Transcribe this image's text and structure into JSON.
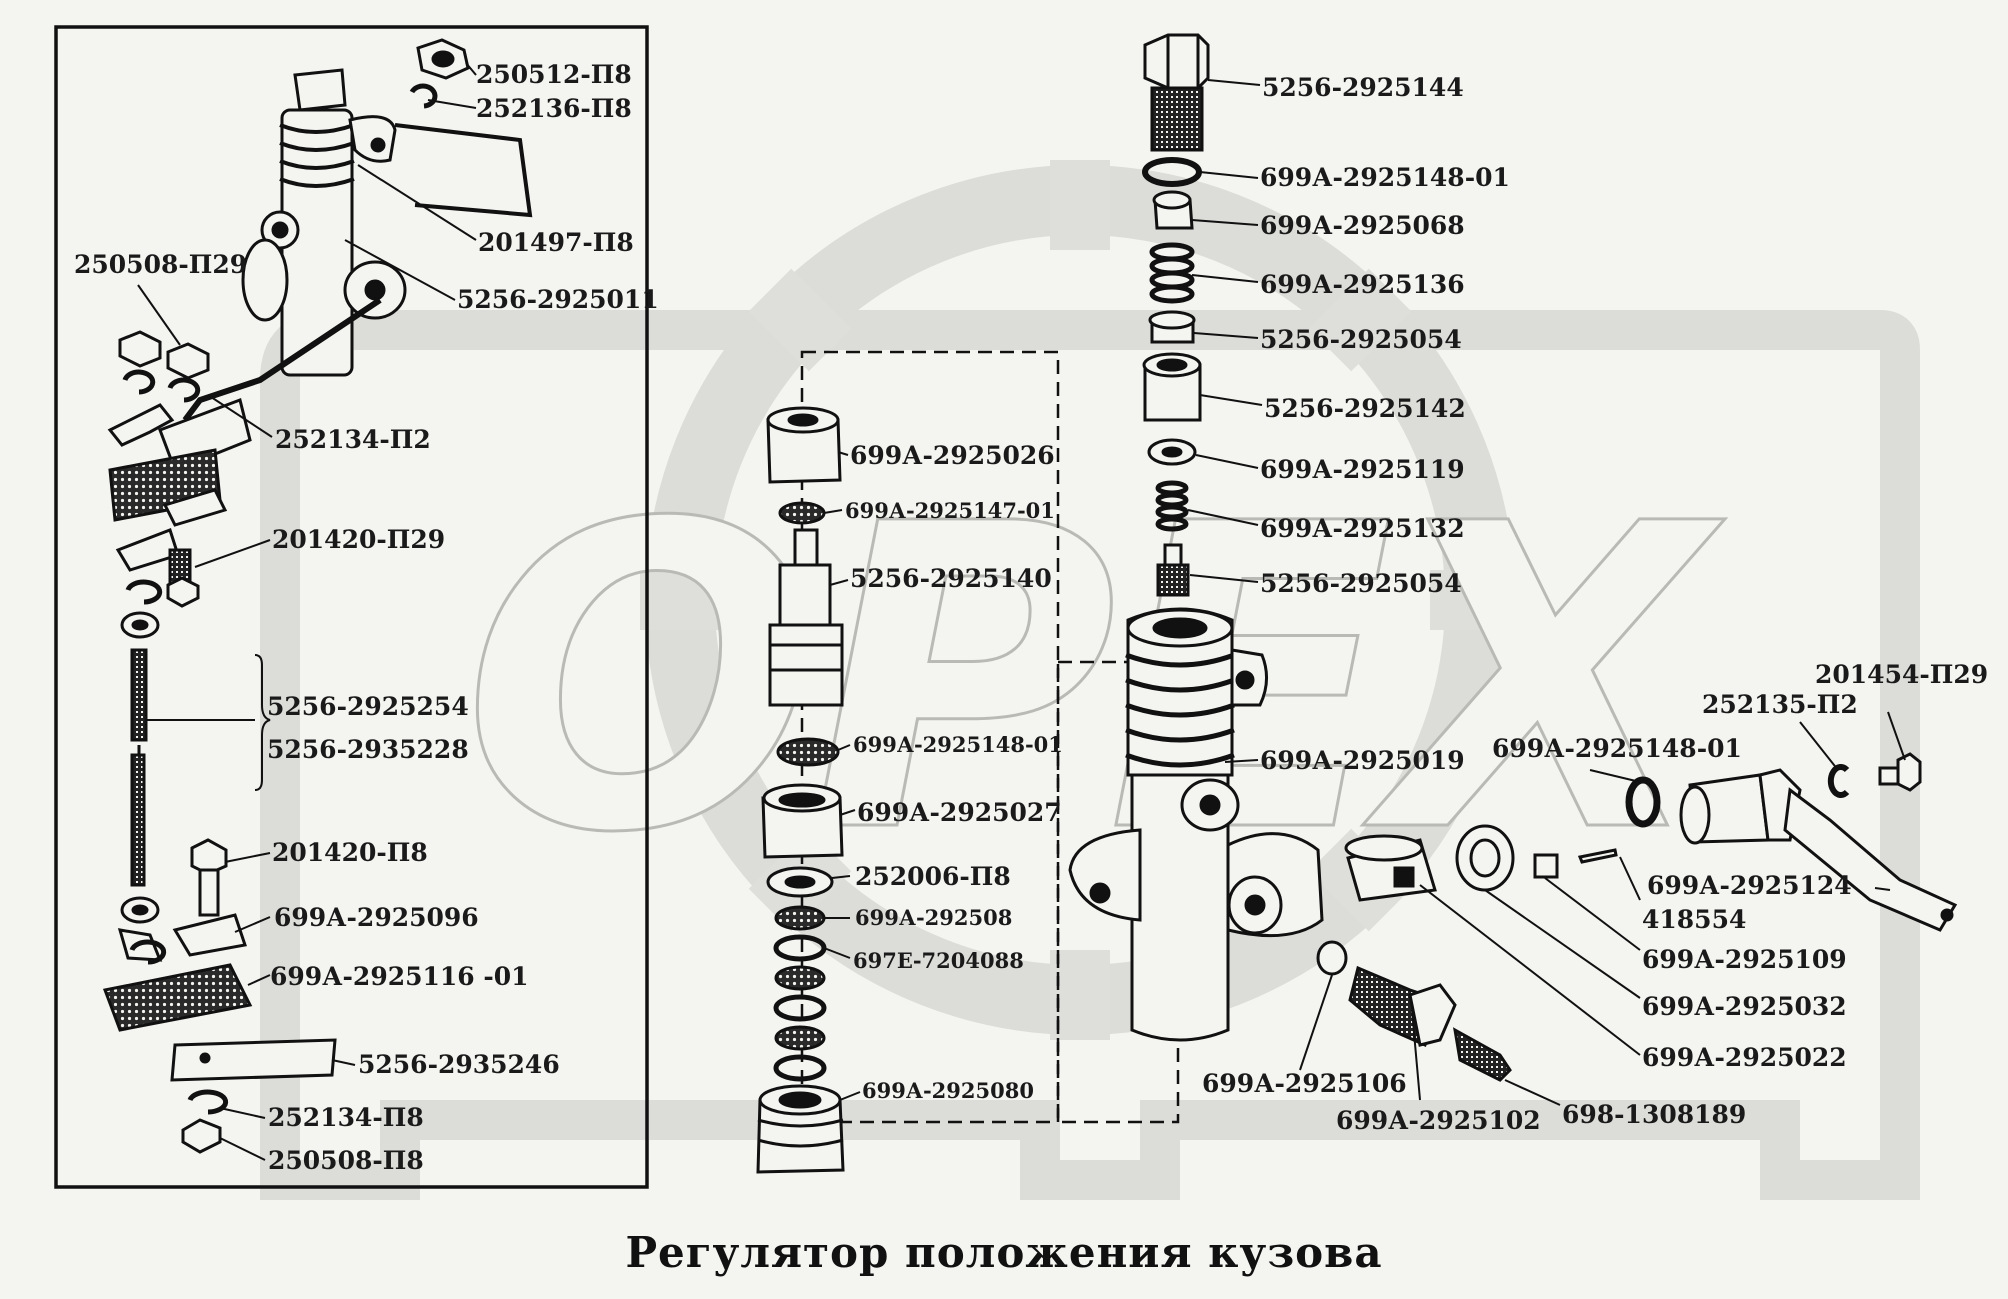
{
  "title": "Регулятор положения кузова",
  "watermark": "OPEX",
  "colors": {
    "ink": "#1a1a1a",
    "background": "#f4f4f1",
    "watermark": "#d6d6d2"
  },
  "part_labels": {
    "l250512": "250512-П8",
    "l252136": "252136-П8",
    "l201497": "201497-П8",
    "l5256_011": "5256-2925011",
    "l250508_p29": "250508-П29",
    "l252134_p2": "252134-П2",
    "l201420_p29": "201420-П29",
    "l5256_254": "5256-2925254",
    "l5256_228": "5256-2935228",
    "l201420_p8": "201420-П8",
    "l699_096": "699А-2925096",
    "l699_116": "699А-2925116 -01",
    "l5256_246": "5256-2935246",
    "l252134_p8": "252134-П8",
    "l250508_p8": "250508-П8",
    "l699_026": "699А-2925026",
    "l699_147": "699А-2925147-01",
    "l5256_140": "5256-2925140",
    "l699_148b": "699А-2925148-01",
    "l699_027": "699А-2925027",
    "l252006": "252006-П8",
    "l699_508": "699А-292508",
    "l697e": "697Е-7204088",
    "l699_080": "699А-2925080",
    "l5256_144": "5256-2925144",
    "l699_148a": "699А-2925148-01",
    "l699_068": "699А-2925068",
    "l699_136": "699А-2925136",
    "l5256_054a": "5256-2925054",
    "l5256_142": "5256-2925142",
    "l699_119": "699А-2925119",
    "l699_132": "699А-2925132",
    "l5256_054b": "5256-2925054",
    "l699_019": "699А-2925019",
    "l201454": "201454-П29",
    "l252135": "252135-П2",
    "l699_148c": "699А-2925148-01",
    "l699_124": "699А-2925124",
    "l418554": "418554",
    "l699_109": "699А-2925109",
    "l699_032": "699А-2925032",
    "l699_022": "699А-2925022",
    "l699_106": "699А-2925106",
    "l699_102": "699А-2925102",
    "l698": "698-1308189"
  }
}
